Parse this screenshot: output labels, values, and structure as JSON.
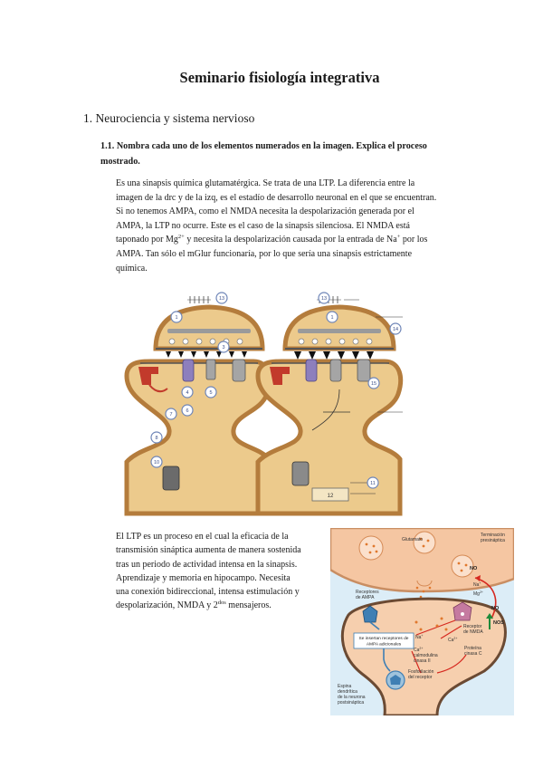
{
  "document": {
    "title": "Seminario fisiología integrativa",
    "section_heading": "1. Neurociencia y sistema nervioso",
    "question": {
      "line1": "1.1. Nombra cada uno de los elementos numerados en la imagen. Explica el proceso",
      "line2": "mostrado."
    },
    "para1": {
      "lines": [
        "Es una sinapsis química glutamatérgica. Se trata de una LTP. La diferencia entre la",
        "imagen de la drc y de la izq, es el estadío de desarrollo neuronal en el que se encuentran.",
        "Si no tenemos AMPA, como el NMDA necesita la despolarización generada por el",
        "AMPA, la LTP no ocurre. Este es el caso de la sinapsis silenciosa. El NMDA está",
        [
          "taponado por Mg",
          "2+",
          " y necesita la despolarización causada por la entrada de Na",
          "+",
          " por los"
        ],
        "AMPA. Tan sólo el mGlur funcionaría, por lo que sería una sinapsis estrictamente",
        "química."
      ]
    },
    "para2": {
      "lines": [
        "El LTP es un proceso en el cual la eficacia de la",
        "transmisión sináptica aumenta de manera sostenida",
        "tras un periodo de actividad intensa en la sinapsis.",
        "Aprendizaje y memoria en hipocampo. Necesita",
        "una conexión bidireccional, intensa estimulación y",
        [
          "despolarización, NMDA y 2",
          "dos",
          " mensajeros."
        ]
      ]
    }
  },
  "figure1": {
    "left_markers": [
      "13",
      "1",
      "3",
      "4",
      "5",
      "6",
      "7",
      "8",
      "10"
    ],
    "right_markers": [
      "13",
      "1",
      "14",
      "15",
      "11"
    ],
    "box_label": "12",
    "colors": {
      "membrane_fill": "#ecca8c",
      "membrane_stroke": "#b47c3c",
      "receptor_purple": "#8d7fbd",
      "receptor_red": "#c23a2b",
      "marker": "#6f86b8"
    }
  },
  "figure2": {
    "glutamate": "Glutamato",
    "presynaptic": [
      "Terminación",
      "presináptica"
    ],
    "no_top": "NO",
    "no_right": "NO",
    "ampa_receptors": [
      "Receptores",
      "de AMPA"
    ],
    "nmda_receptor": [
      "Receptor",
      "de NMDA"
    ],
    "na_top": "Na",
    "na_top_sup": "+",
    "mg": "Mg",
    "mg_sup": "2+",
    "na_low": "Na",
    "na_low_sup": "+",
    "ca": "Ca",
    "ca_sup": "2+",
    "camk": [
      "Ca",
      "calmodulina",
      "cinasa II"
    ],
    "camk_sup": "2+",
    "pkc": [
      "Proteína",
      "cinasa C"
    ],
    "phospho": [
      "Fosforilación",
      "del receptor"
    ],
    "insert_box": [
      "Se insertan receptores de",
      "AMPA adicionales"
    ],
    "nos": "NOS",
    "spine": [
      "Espina",
      "dendrítica",
      "de la neurona",
      "postsináptica"
    ],
    "colors": {
      "background": "#dcedf7",
      "pre_fill": "#f5c6a2",
      "post_fill": "#f6cfae",
      "arrow_red": "#d6281f",
      "arrow_green": "#1f8a3a",
      "receptor_blue": "#3f7fb4"
    }
  }
}
